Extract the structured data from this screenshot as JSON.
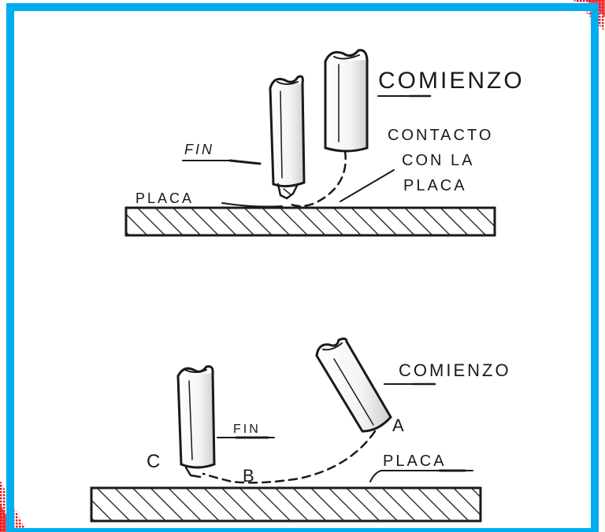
{
  "colors": {
    "frame_border": "#00AEEF",
    "ink": "#1a1a1a",
    "stamp": "#E8141B"
  },
  "top_diagram": {
    "start_label": "COMIENZO",
    "end_label": "FIN",
    "contact_lines": [
      "CONTACTO",
      "CON LA",
      "PLACA"
    ],
    "plate_label": "PLACA"
  },
  "bottom_diagram": {
    "start_label": "COMIENZO",
    "end_label": "FIN",
    "plate_label": "PLACA",
    "point_a": "A",
    "point_b": "B",
    "point_c": "C"
  }
}
